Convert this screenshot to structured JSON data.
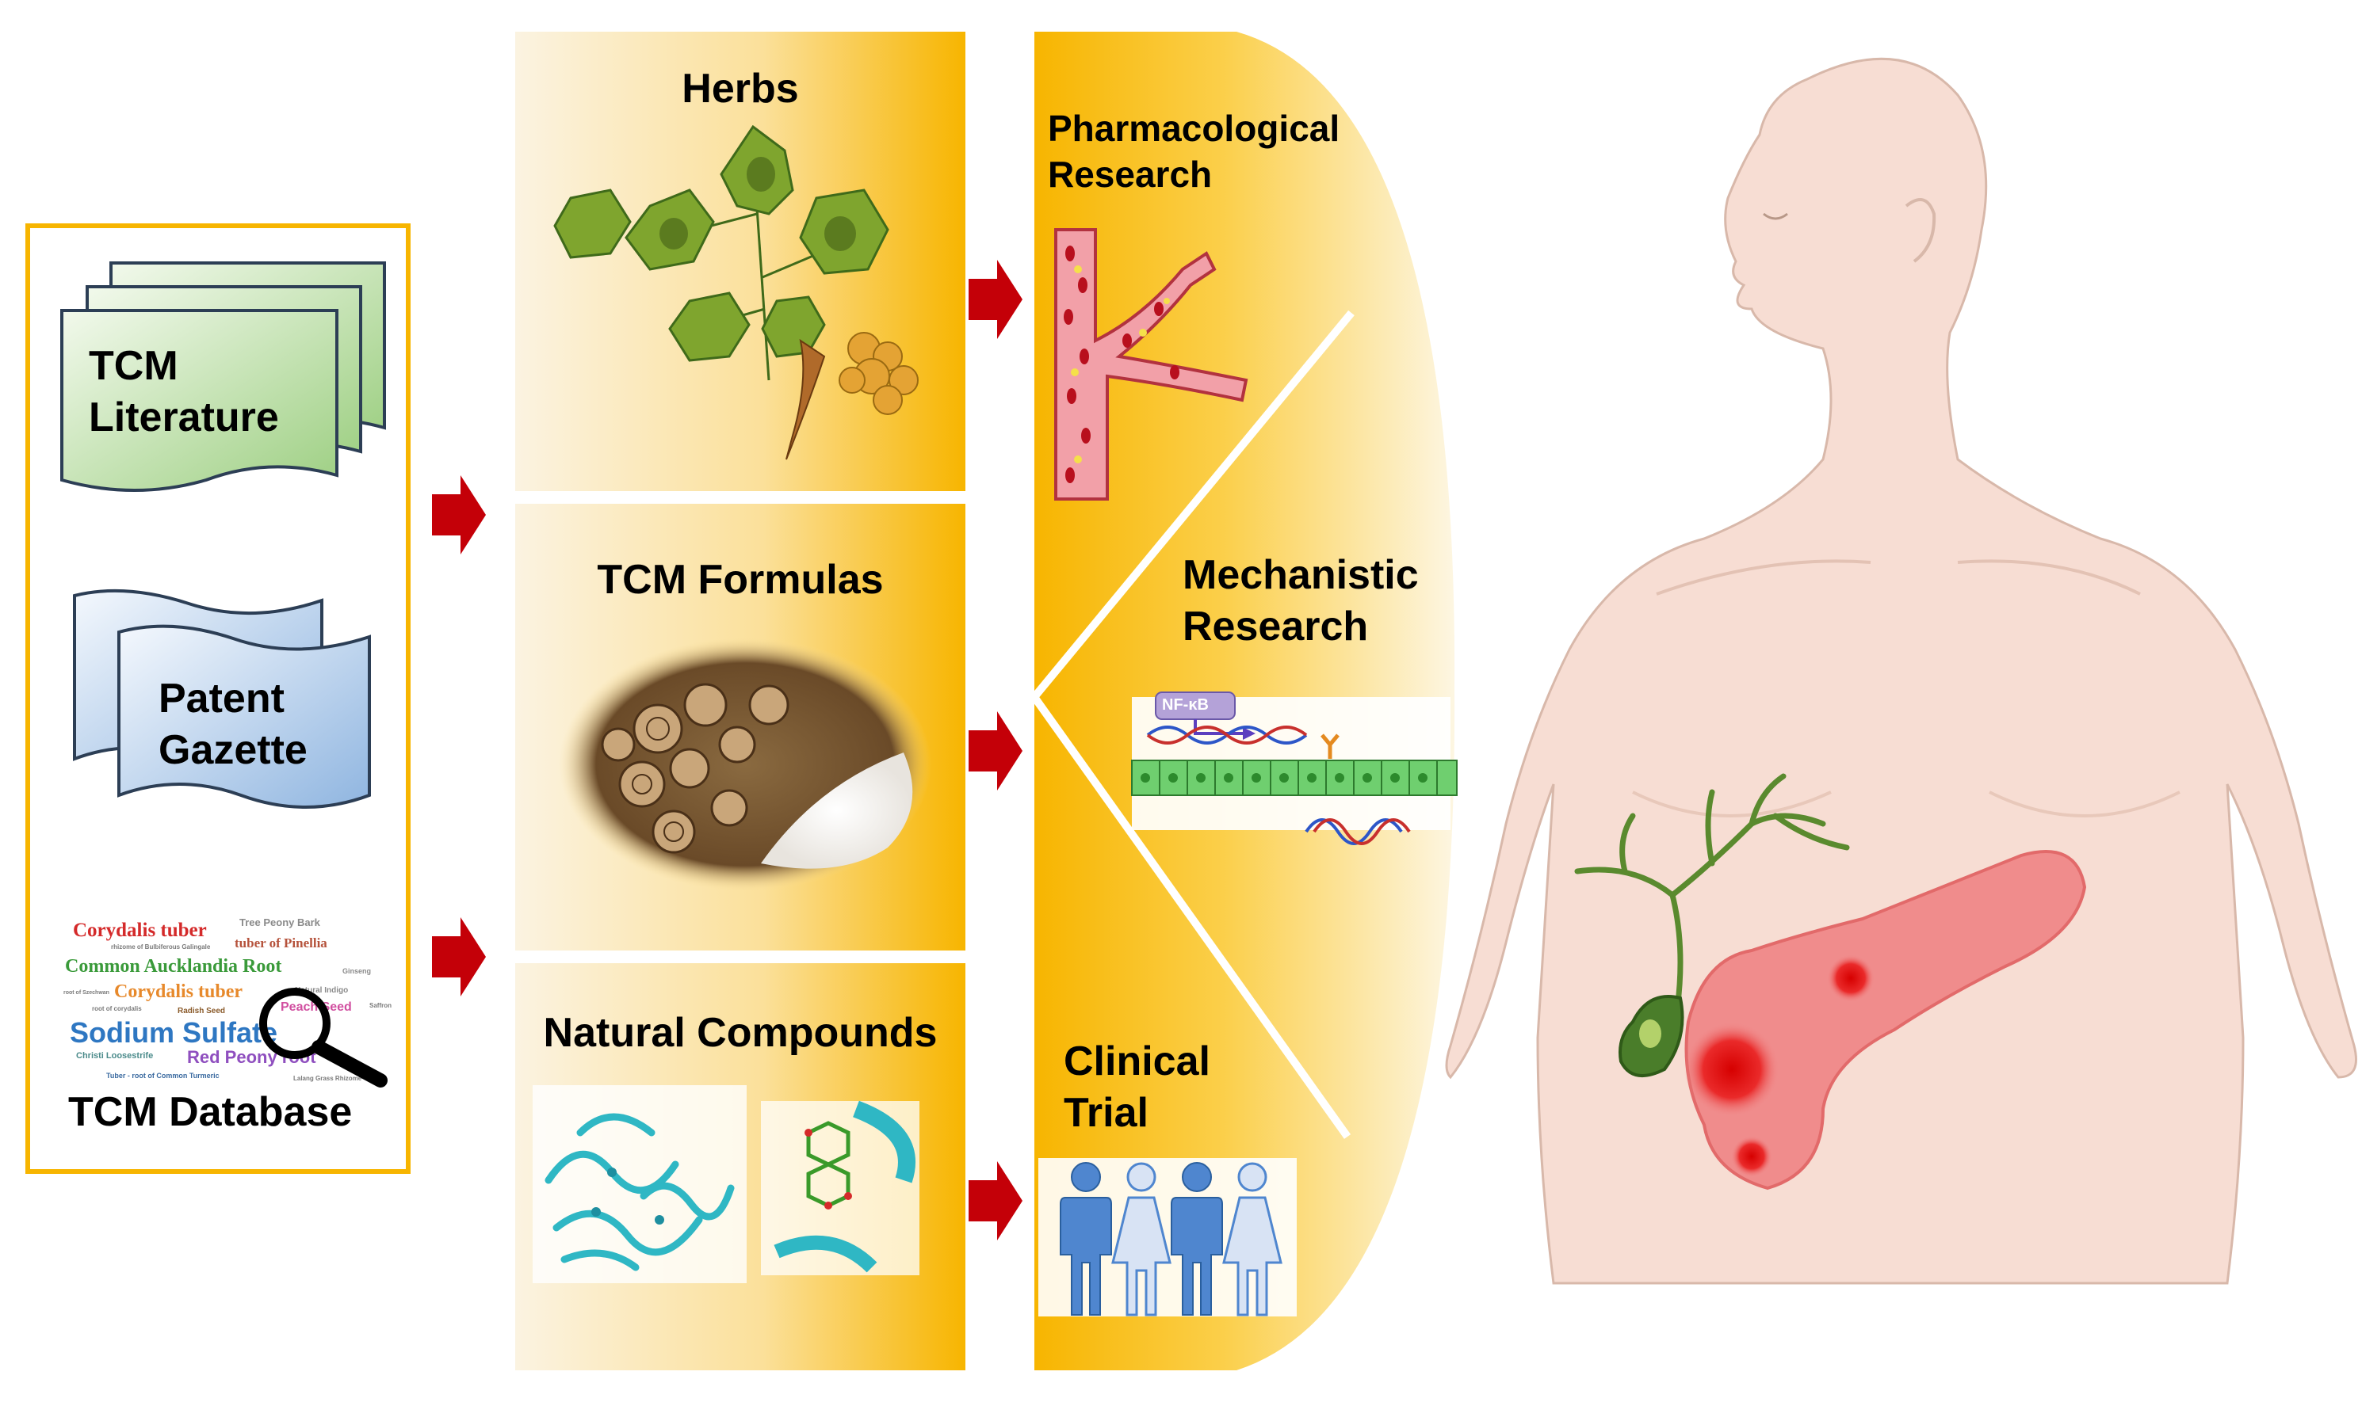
{
  "sources": {
    "literature": "TCM\nLiterature",
    "patent": "Patent\nGazette",
    "database": "TCM Database"
  },
  "word_cloud": [
    {
      "text": "Corydalis tuber",
      "color": "#d42a2a"
    },
    {
      "text": "Tree Peony Bark",
      "color": "#8a8a8a"
    },
    {
      "text": "rhizome of Bulbiferous Galingale",
      "color": "#7a7a7a"
    },
    {
      "text": "tuber of Pinellia",
      "color": "#b5523b"
    },
    {
      "text": "Common Aucklandia Root",
      "color": "#3a9a3a"
    },
    {
      "text": "Ginseng",
      "color": "#8a8a8a"
    },
    {
      "text": "root of Szechwan",
      "color": "#7a7a7a"
    },
    {
      "text": "Corydalis tuber",
      "color": "#e7892b"
    },
    {
      "text": "Natural Indigo",
      "color": "#8a8a8a"
    },
    {
      "text": "Peach Seed",
      "color": "#d14fa0"
    },
    {
      "text": "root of corydalis",
      "color": "#7a7a7a"
    },
    {
      "text": "Radish Seed",
      "color": "#8a5a2a"
    },
    {
      "text": "Saffron",
      "color": "#7a7a7a"
    },
    {
      "text": "Sodium Sulfate",
      "color": "#2e77c2"
    },
    {
      "text": "Christi Loosestrife",
      "color": "#4b8b8b"
    },
    {
      "text": "Red Peony root",
      "color": "#8f4fbf"
    },
    {
      "text": "Tuber - root of Common Turmeric",
      "color": "#3a6aa0"
    },
    {
      "text": "Lalang Grass Rhizome",
      "color": "#7a7a7a"
    }
  ],
  "categories": {
    "herbs": "Herbs",
    "formulas": "TCM Formulas",
    "compounds": "Natural Compounds"
  },
  "research": {
    "pharmacological": "Pharmacological\nResearch",
    "mechanistic": "Mechanistic\nResearch",
    "clinical": "Clinical\nTrial",
    "nfkb": "NF-κB"
  },
  "colors": {
    "border_gold": "#f7b500",
    "panel_gold": "#f7b500",
    "arrow_red": "#c40008",
    "skin": "#f7ddd3",
    "pancreas": "#f08c8c",
    "gallbladder": "#4a7d2a"
  }
}
